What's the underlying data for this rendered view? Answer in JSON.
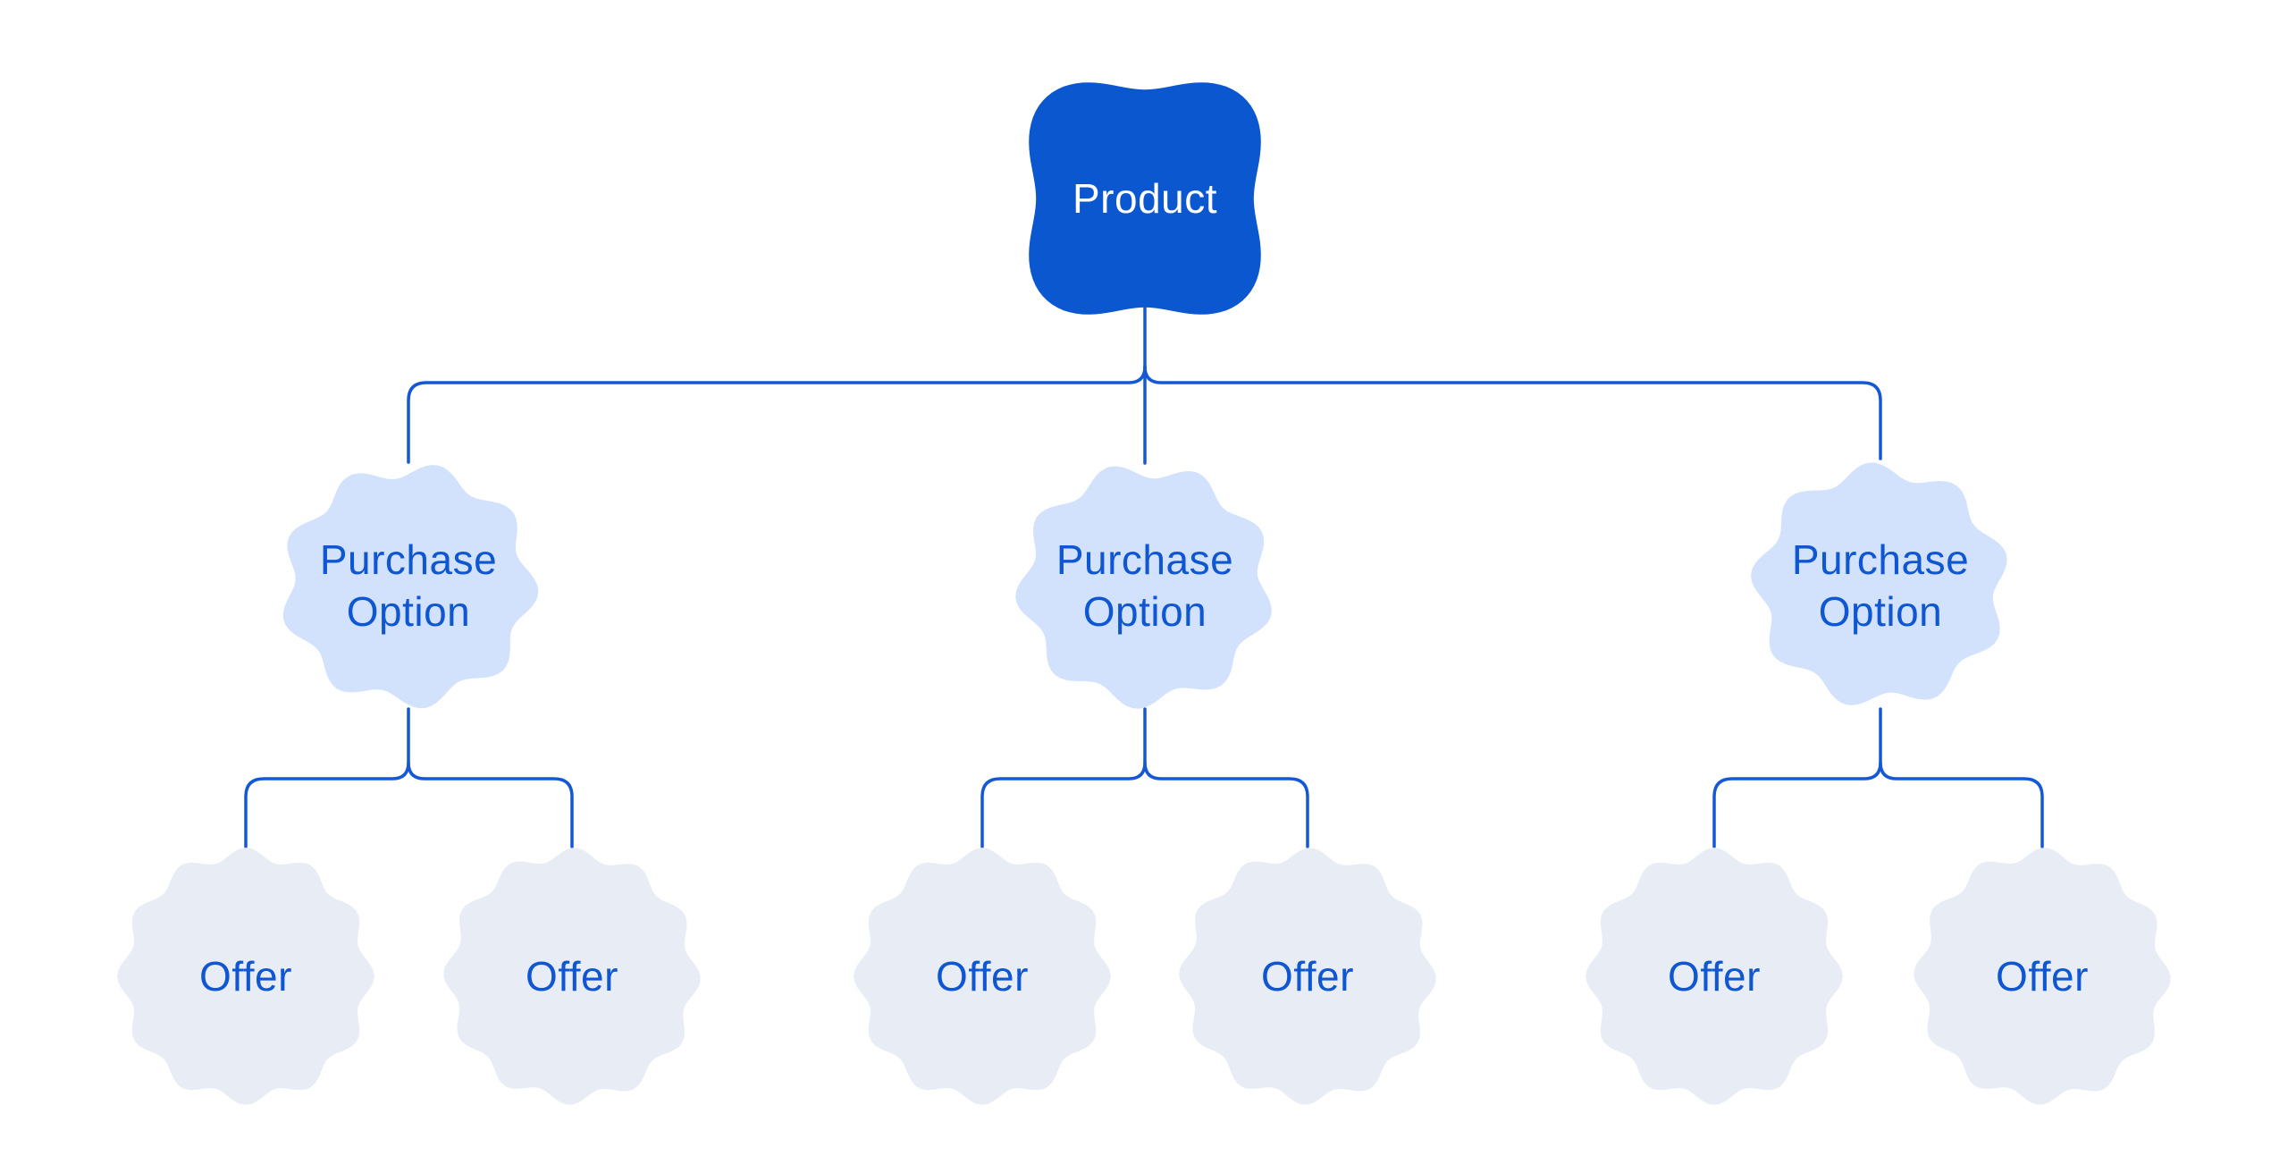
{
  "diagram": {
    "nodes": {
      "product": {
        "label": "Product"
      },
      "purchase_options": [
        {
          "label": "Purchase Option"
        },
        {
          "label": "Purchase Option"
        },
        {
          "label": "Purchase Option"
        }
      ],
      "offers": [
        {
          "label": "Offer"
        },
        {
          "label": "Offer"
        },
        {
          "label": "Offer"
        },
        {
          "label": "Offer"
        },
        {
          "label": "Offer"
        },
        {
          "label": "Offer"
        }
      ]
    },
    "colors": {
      "background": "#ffffff",
      "product_fill": "#0b57d0",
      "product_text": "#ffffff",
      "purchase_fill": "#d2e1fc",
      "offer_fill": "#e8ecf5",
      "node_text": "#0f57d2",
      "connector": "#1558d6"
    }
  }
}
